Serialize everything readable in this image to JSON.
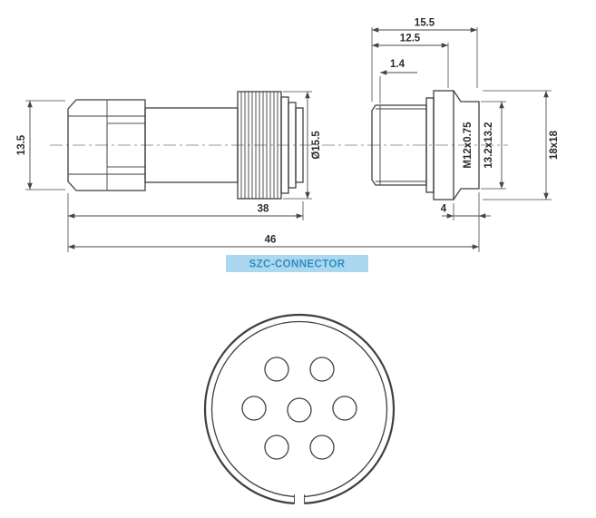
{
  "drawing": {
    "label": "SZC-CONNECTOR",
    "dims": {
      "top_width": "15.5",
      "mid_width": "12.5",
      "chamfer": "1.4",
      "body_height": "13.5",
      "knurl_diameter": "Ø15.5",
      "body_length": "38",
      "total_length": "46",
      "flange_depth": "4",
      "thread": "M12x0.75",
      "square_inner": "13.2x13.2",
      "square_outer": "18x18"
    }
  },
  "colors": {
    "line": "#3f3f3f",
    "dim": "#4a4a4a",
    "text": "#2b2b2b",
    "centerline": "#999999",
    "badge-bg": "#abd7ef",
    "badge-text": "#2e8fc0",
    "background": "#ffffff"
  }
}
